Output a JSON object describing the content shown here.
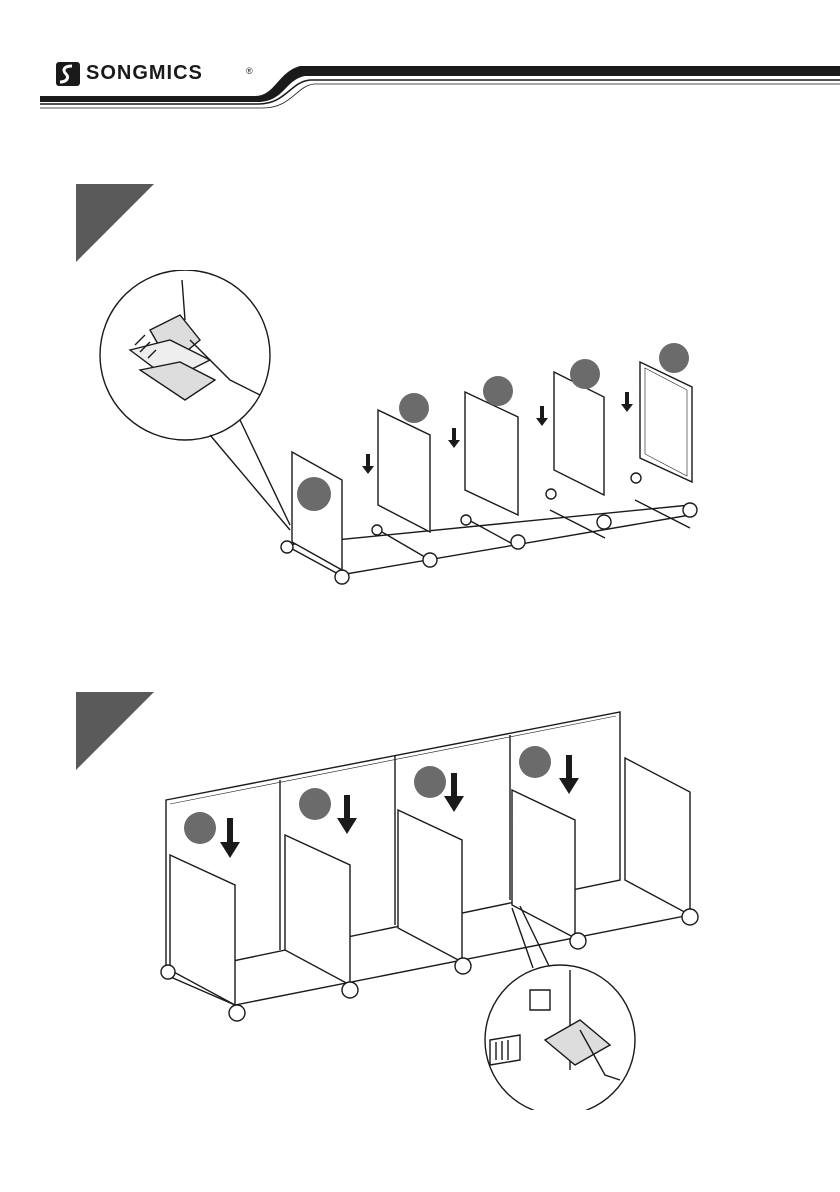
{
  "header": {
    "brand_name": "SONGMICS",
    "brand_mark": "®",
    "logo_icon": "songmics-s-icon"
  },
  "steps": [
    {
      "id": "step-1",
      "figure": "back-panels-insert",
      "detail": "corner-connector-detail"
    },
    {
      "id": "step-2",
      "figure": "front-dividers-insert",
      "detail": "corner-connector-detail"
    }
  ],
  "colors": {
    "ink": "#1a1a1a",
    "badge": "#5a5a5a",
    "label_circle": "#6b6b6b",
    "panel_fill": "#ffffff"
  }
}
